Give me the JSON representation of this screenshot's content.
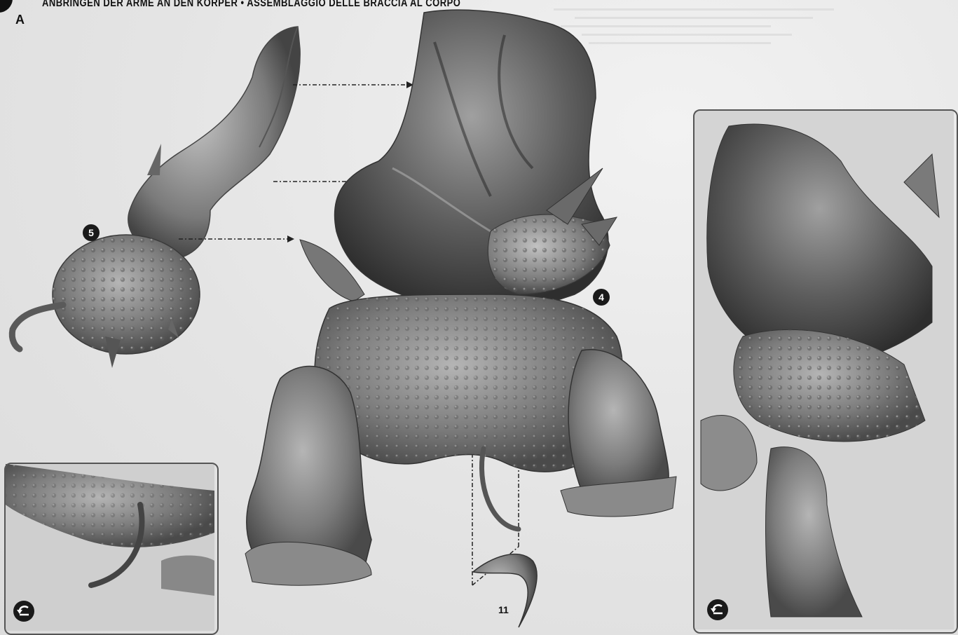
{
  "header": {
    "title_de": "ANBRINGEN DER ARME AN DEN KÖRPER",
    "separator": "•",
    "title_it": "ASSEMBLAGGIO DELLE BRACCIA AL CORPO"
  },
  "sub_step_label": "A",
  "callouts": {
    "arm_part": "5",
    "body_part": "4",
    "tail_part": "11"
  },
  "icons": {
    "step": "step-badge-icon",
    "rotate_left_inset": "rotate-view-icon",
    "rotate_right_inset": "rotate-view-icon"
  },
  "colors": {
    "background": "#e4e4e4",
    "model": "#8a8a8a",
    "inset_border": "#555555",
    "badge": "#1a1a1a"
  }
}
